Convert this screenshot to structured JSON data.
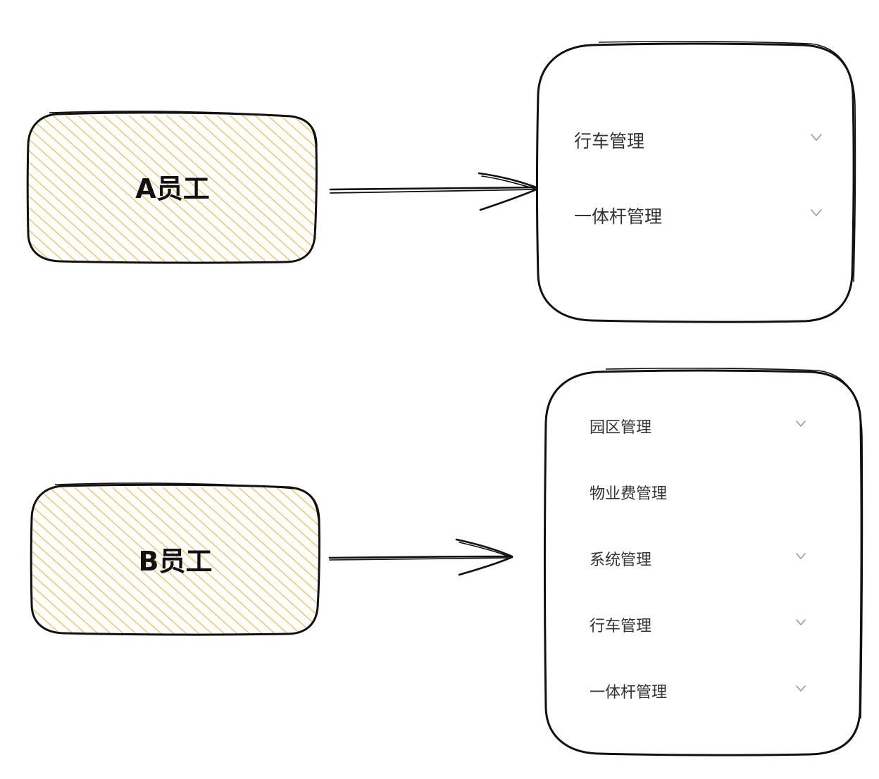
{
  "colors": {
    "hatch": "#f2b42a",
    "stroke": "#111111",
    "menu_text": "#333333",
    "chevron": "#9a9a9a"
  },
  "employee_a": {
    "label": "A员工"
  },
  "employee_b": {
    "label": "B员工"
  },
  "menu_a": {
    "items": [
      {
        "label": "行车管理",
        "chevron": "chevron-down-icon"
      },
      {
        "label": "一体杆管理",
        "chevron": "chevron-down-icon"
      }
    ]
  },
  "menu_b": {
    "items": [
      {
        "label": "园区管理",
        "chevron": "chevron-down-icon"
      },
      {
        "label": "物业费管理",
        "chevron": ""
      },
      {
        "label": "系统管理",
        "chevron": "chevron-down-icon"
      },
      {
        "label": "行车管理",
        "chevron": "chevron-down-icon"
      },
      {
        "label": "一体杆管理",
        "chevron": "chevron-down-icon"
      }
    ]
  }
}
